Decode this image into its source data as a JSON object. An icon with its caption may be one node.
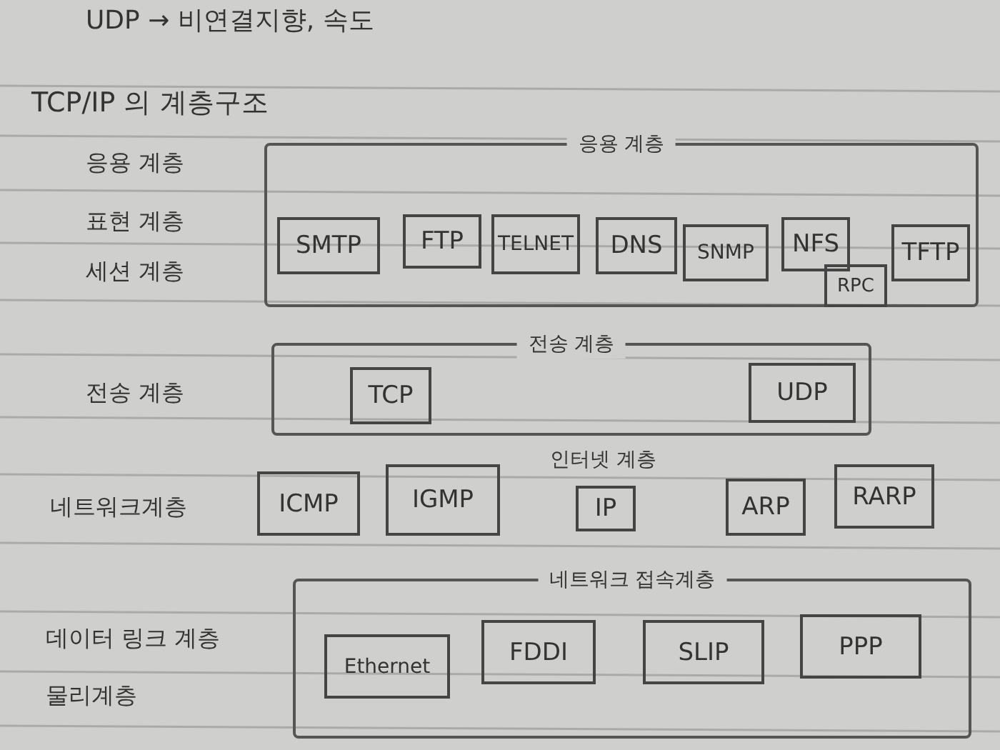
{
  "diagram": {
    "title": "TCP/IP 의 계층구조",
    "nodes": [
      {
        "text": [
          "응용 계층"
        ]
      },
      {
        "text": [
          "SMTP"
        ],
        "in": 0
      },
      {
        "text": [
          "FTP"
        ],
        "in": 0
      },
      {
        "text": [
          "TELNET"
        ],
        "in": 0
      },
      {
        "text": [
          "DNS"
        ],
        "in": 0
      },
      {
        "text": [
          "SNMP"
        ],
        "in": 0
      },
      {
        "text": [
          "NFS"
        ],
        "in": 0
      },
      {
        "text": [
          "RPC"
        ],
        "in": 0
      },
      {
        "text": [
          "TFTP"
        ],
        "in": 0
      },
      {
        "text": [
          "전송 계층"
        ]
      },
      {
        "text": [
          "TCP"
        ],
        "in": 9
      },
      {
        "text": [
          "UDP"
        ],
        "in": 9
      },
      {
        "text": [
          "ICMP"
        ]
      },
      {
        "text": [
          "IGMP"
        ]
      },
      {
        "text": [
          "IP"
        ]
      },
      {
        "text": [
          "ARP"
        ]
      },
      {
        "text": [
          "RARP"
        ]
      },
      {
        "text": [
          "네트워크 접속계층"
        ]
      },
      {
        "text": [
          "Ethernet"
        ],
        "in": 17
      },
      {
        "text": [
          "FDDI"
        ],
        "in": 17
      },
      {
        "text": [
          "SLIP"
        ],
        "in": 17
      },
      {
        "text": [
          "PPP"
        ],
        "in": 17
      }
    ],
    "labels": [
      "UDP → 비연결지향, 속도",
      "응용 계층",
      "표현 계층",
      "세션 계층",
      "전송 계층",
      "인터넷 계층",
      "네트워크계층",
      "데이터 링크 계층",
      "물리계층"
    ]
  }
}
